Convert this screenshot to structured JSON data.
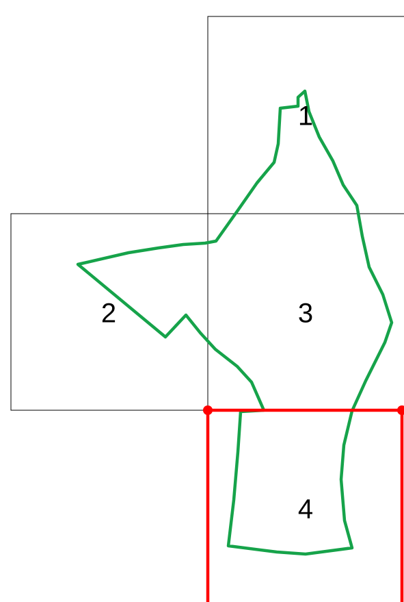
{
  "colors": {
    "route": "#16a34a",
    "highlight": "#ff0000",
    "grid": "#000000",
    "background": "#ffffff"
  },
  "cells": [
    {
      "id": "1",
      "label": "1",
      "highlighted": false
    },
    {
      "id": "2",
      "label": "2",
      "highlighted": false
    },
    {
      "id": "3",
      "label": "3",
      "highlighted": false
    },
    {
      "id": "4",
      "label": "4",
      "highlighted": true
    }
  ]
}
